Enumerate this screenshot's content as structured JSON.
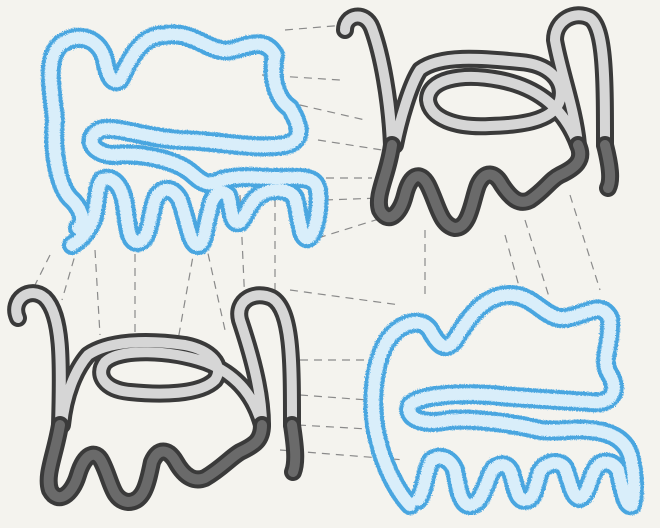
{
  "figure": {
    "colors": {
      "background": "#f4f3ee",
      "blue_outline": "#4aa6e0",
      "blue_fill": "#d9eefa",
      "gray_outline": "#3a3a3a",
      "gray_light_fill": "#d6d6d6",
      "gray_dark_fill": "#6a6a6a",
      "connector_line": "#8a8a8a"
    },
    "molecules": [
      {
        "id": "top-left",
        "style": "blue"
      },
      {
        "id": "top-right",
        "style": "gray"
      },
      {
        "id": "bottom-left",
        "style": "gray"
      },
      {
        "id": "bottom-right",
        "style": "blue"
      }
    ]
  }
}
